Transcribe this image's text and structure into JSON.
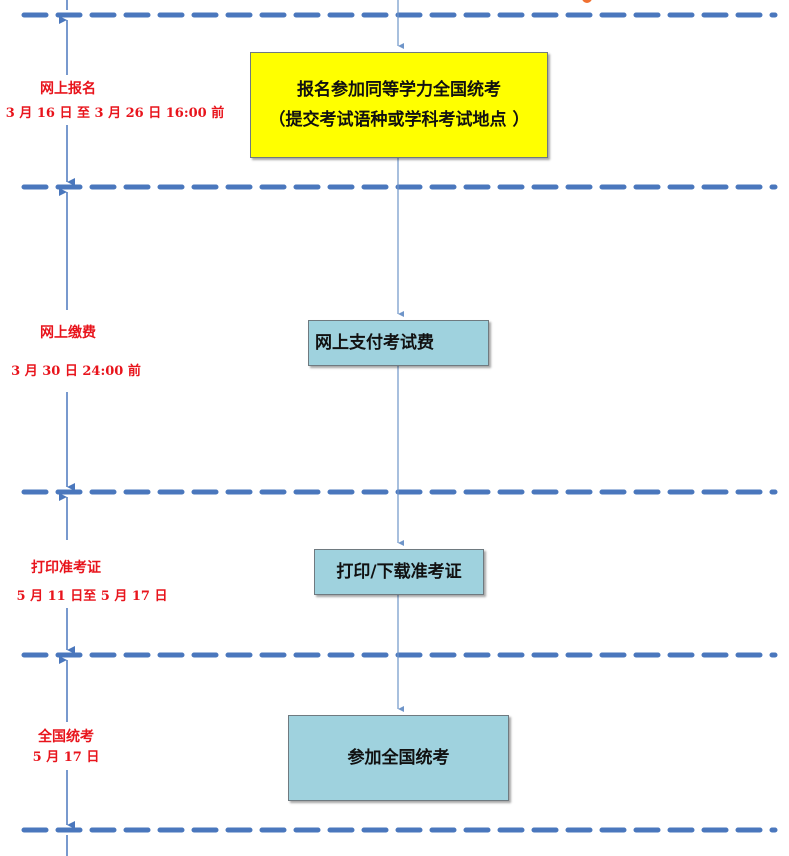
{
  "stages": [
    {
      "name": "网上报名",
      "date": "3 月 16 日 至 3 月 26 日 16:00 前",
      "box": [
        "报名参加同等学力全国统考",
        "（提交考试语种或学科考试地点 ）"
      ]
    },
    {
      "name": "网上缴费",
      "date": "3 月 30 日 24:00 前",
      "box": [
        "网上支付考试费"
      ]
    },
    {
      "name": "打印准考证",
      "date": "5 月 11 日至 5 月 17 日",
      "box": [
        "打印/下载准考证"
      ]
    },
    {
      "name": "全国统考",
      "date": "5 月 17 日",
      "box": [
        "参加全国统考"
      ]
    }
  ],
  "colors": {
    "dash": "#4a77bd",
    "label": "#e8141c",
    "box_yellow": "#ffff00",
    "box_blue": "#9fd2de"
  }
}
